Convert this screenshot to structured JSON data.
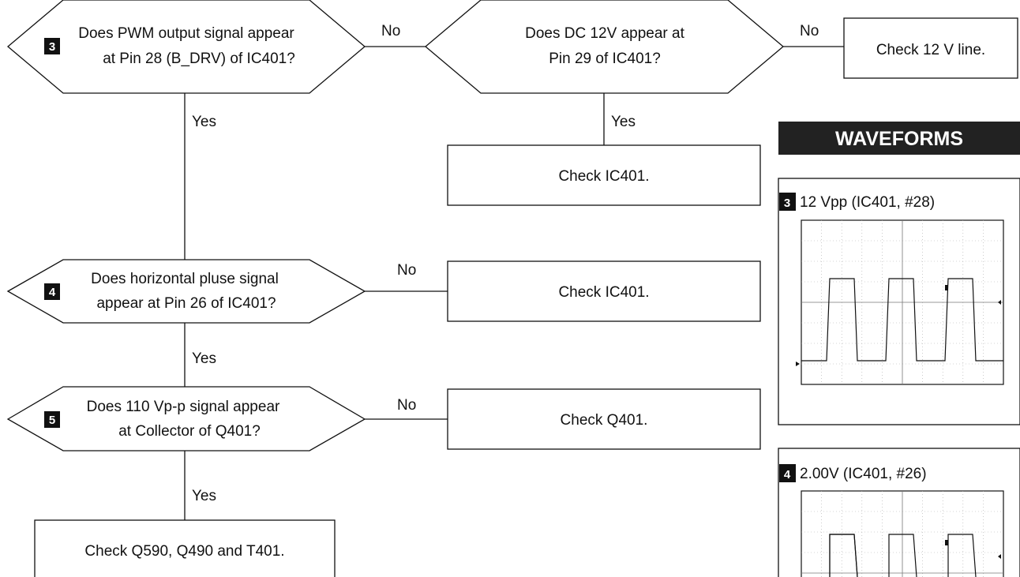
{
  "flowchart": {
    "q3": {
      "badge": "3",
      "line1": "Does PWM output signal appear",
      "line2": "at Pin 28 (B_DRV) of IC401?"
    },
    "q_dc": {
      "line1": "Does DC 12V appear at",
      "line2": "Pin 29 of IC401?"
    },
    "box_12v": "Check 12 V line.",
    "box_ic401_a": "Check IC401.",
    "q4": {
      "badge": "4",
      "line1": "Does horizontal pluse signal",
      "line2": "appear at Pin 26 of IC401?"
    },
    "box_ic401_b": "Check IC401.",
    "q5": {
      "badge": "5",
      "line1": "Does 110 Vp-p signal appear",
      "line2": "at Collector of Q401?"
    },
    "box_q401": "Check Q401.",
    "box_final": "Check Q590, Q490 and T401.",
    "edges": {
      "no_q3": "No",
      "no_dc": "No",
      "yes_q3": "Yes",
      "yes_dc": "Yes",
      "no_q4": "No",
      "yes_q4": "Yes",
      "no_q5": "No",
      "yes_q5": "Yes"
    }
  },
  "waveforms": {
    "heading": "WAVEFORMS",
    "panels": [
      {
        "badge": "3",
        "label": "12 Vpp (IC401, #28)"
      },
      {
        "badge": "4",
        "label": "2.00V (IC401, #26)"
      }
    ]
  },
  "colors": {
    "line": "#111111",
    "badge_bg": "#111111",
    "heading_bg": "#222222",
    "grid": "#999999"
  }
}
